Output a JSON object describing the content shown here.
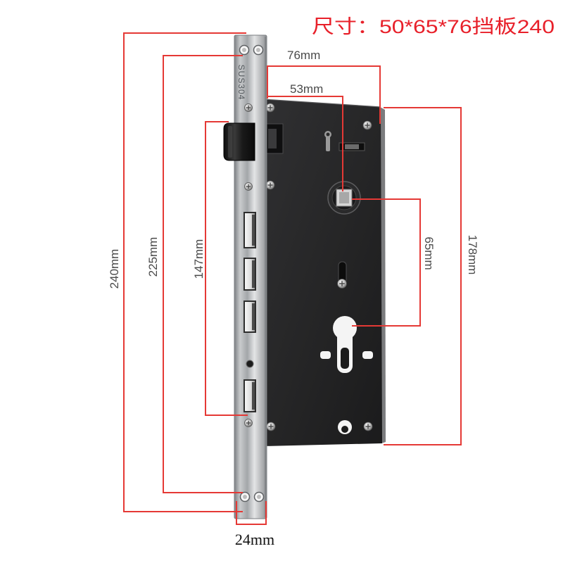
{
  "title": "尺寸：50*65*76挡板240",
  "faceplate_text": "SUS304",
  "dimensions": {
    "faceplate_length": "240mm",
    "screw_hole_spacing": "225mm",
    "bolt_span": "147mm",
    "total_depth": "76mm",
    "backset": "53mm",
    "center_distance": "65mm",
    "body_height": "178mm",
    "faceplate_width": "24mm"
  },
  "colors": {
    "annotation_red": "#e53935",
    "title_red": "#e8202a",
    "lock_body": "#232324",
    "faceplate_steel": "#c9cbcd"
  }
}
